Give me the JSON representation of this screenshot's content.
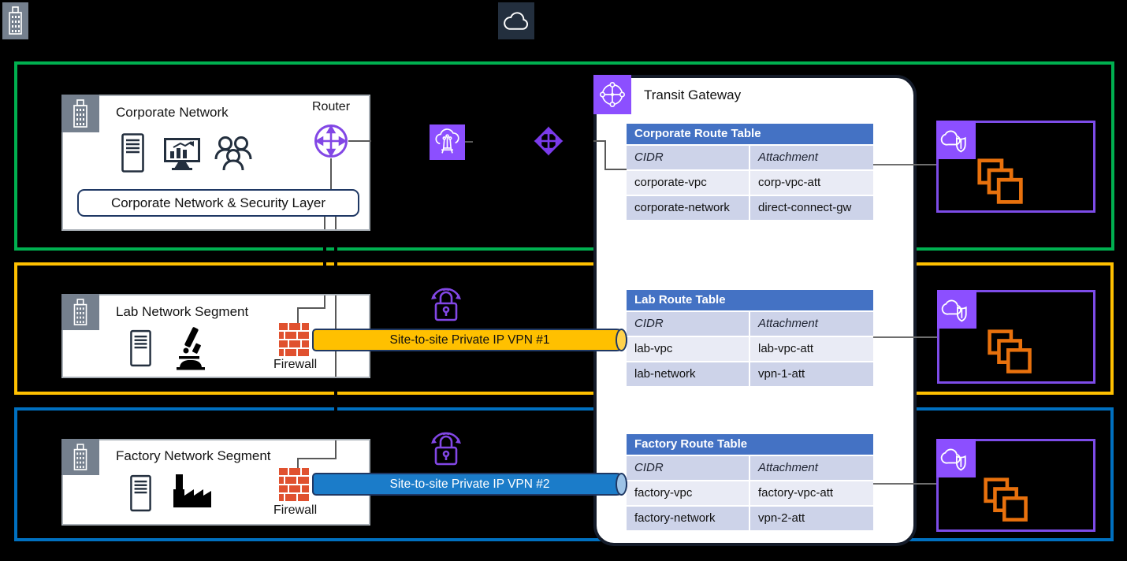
{
  "top_badges": {
    "left_icon": "corporate-data-center-building-icon",
    "center_icon": "aws-cloud-icon"
  },
  "corporate": {
    "title": "Corporate Network",
    "router_label": "Router",
    "security_layer_label": "Corporate Network & Security Layer",
    "icons": [
      "server-icon",
      "monitor-chart-icon",
      "users-icon",
      "router-icon"
    ]
  },
  "lab": {
    "title": "Lab Network Segment",
    "firewall_label": "Firewall",
    "icons": [
      "server-icon",
      "microscope-icon",
      "firewall-brick-icon"
    ]
  },
  "factory": {
    "title": "Factory Network Segment",
    "firewall_label": "Firewall",
    "icons": [
      "server-icon",
      "factory-icon",
      "firewall-brick-icon"
    ]
  },
  "vpn_pills": {
    "vpn1": "Site-to-site Private IP VPN #1",
    "vpn2": "Site-to-site Private IP VPN #2"
  },
  "middle_icons": [
    "direct-connect-icon",
    "transit-gateway-diamond-icon",
    "site-to-site-vpn-lock-icon"
  ],
  "vpc_boxes": {
    "badge_icon": "vpc-cloud-shield-icon",
    "content_icon": "ec2-instances-stacked-squares-icon"
  },
  "transit_gateway": {
    "title": "Transit Gateway",
    "badge_icon": "transit-gateway-icon",
    "tables": [
      {
        "title": "Corporate Route Table",
        "columns": [
          "CIDR",
          "Attachment"
        ],
        "rows": [
          [
            "corporate-vpc",
            "corp-vpc-att"
          ],
          [
            "corporate-network",
            "direct-connect-gw"
          ]
        ]
      },
      {
        "title": "Lab Route Table",
        "columns": [
          "CIDR",
          "Attachment"
        ],
        "rows": [
          [
            "lab-vpc",
            "lab-vpc-att"
          ],
          [
            "lab-network",
            "vpn-1-att"
          ]
        ]
      },
      {
        "title": "Factory Route Table",
        "columns": [
          "CIDR",
          "Attachment"
        ],
        "rows": [
          [
            "factory-vpc",
            "factory-vpc-att"
          ],
          [
            "factory-network",
            "vpn-2-att"
          ]
        ]
      }
    ]
  },
  "colors": {
    "segment_green": "#00B050",
    "segment_gold": "#FFC000",
    "segment_blue": "#0070C0",
    "aws_purple": "#8C4FFF",
    "purple_outline": "#7B3BEB",
    "vpc_border_purple": "#7D4CE8",
    "instance_orange": "#E8710D",
    "table_header_blue": "#4472C4",
    "table_row_dark": "#CDD3E9",
    "table_row_light": "#E9EBF5",
    "navy": "#232F3E",
    "firewall_red": "#E0512F",
    "badge_slate": "#75808E"
  }
}
